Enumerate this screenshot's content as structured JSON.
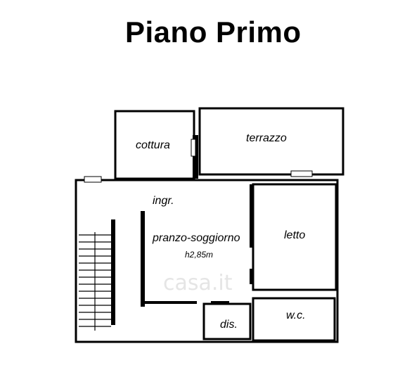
{
  "title": "Piano Primo",
  "rooms": {
    "cottura": "cottura",
    "terrazzo": "terrazzo",
    "ingresso": "ingr.",
    "pranzo_soggiorno": "pranzo-soggiorno",
    "letto": "letto",
    "disimpegno": "dis.",
    "wc": "w.c."
  },
  "ceiling_height": "h2,85m",
  "watermark": "casa.it",
  "colors": {
    "wall": "#000000",
    "background": "#ffffff"
  }
}
